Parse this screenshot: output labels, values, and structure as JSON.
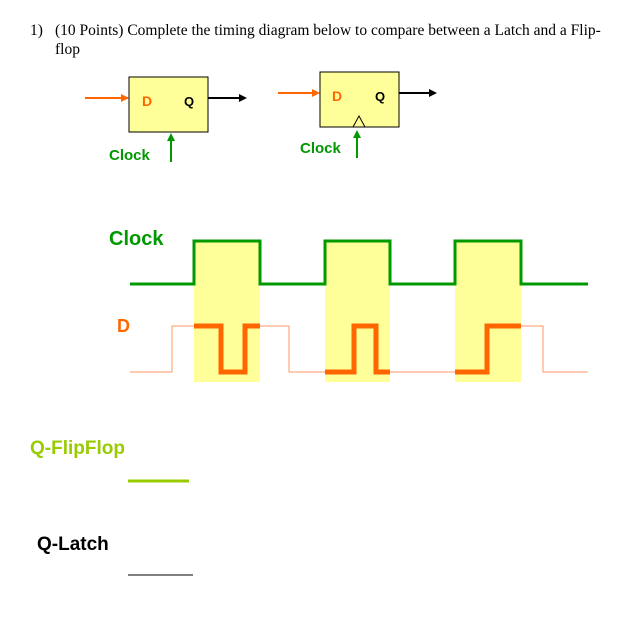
{
  "question": {
    "number": "1)",
    "text": "(10 Points) Complete the timing diagram below to compare between a Latch and  a Flip-flop"
  },
  "latch_block": {
    "input_label": "D",
    "output_label": "Q",
    "clock_label": "Clock"
  },
  "flipflop_block": {
    "input_label": "D",
    "output_label": "Q",
    "clock_label": "Clock"
  },
  "timing": {
    "clock_label": "Clock",
    "d_label": "D",
    "q_flipflop_label": "Q-FlipFlop",
    "q_latch_label": "Q-Latch"
  },
  "colors": {
    "block_fill": "#ffff99",
    "clock_green": "#009900",
    "d_orange": "#ff6600",
    "d_outline": "#ff9966",
    "highlight": "#ffff99",
    "qff_green": "#99cc00",
    "text_orange": "#ff6600"
  }
}
